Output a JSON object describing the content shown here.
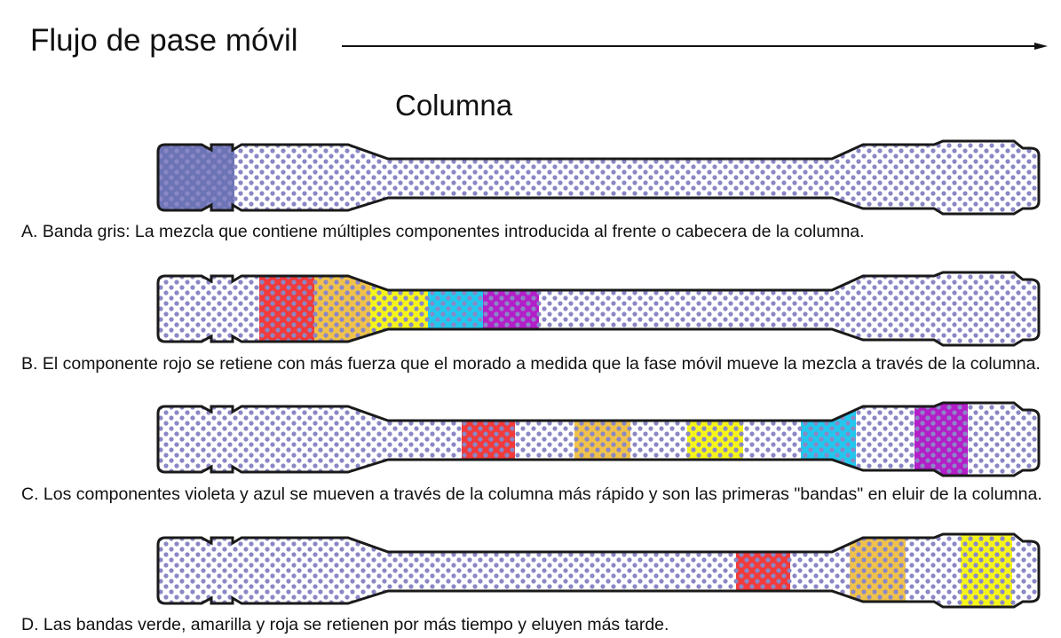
{
  "header": {
    "flow_label": "Flujo de pase móvil",
    "column_label": "Columna"
  },
  "colors": {
    "outline": "#1a1a1a",
    "dot": "#8a87c6",
    "gray_band": "#6c74b6",
    "red": "#f23a3a",
    "orange": "#f0c24a",
    "yellow": "#f5f51a",
    "blue": "#21c8ee",
    "purple": "#b41ec8"
  },
  "panels": [
    {
      "caption": "A. Banda gris: La mezcla que contiene múltiples componentes introducida al frente o cabecera de la columna.",
      "bands": [
        {
          "color": "gray_band",
          "name": "gris"
        }
      ]
    },
    {
      "caption": "B. El componente rojo se retiene con más fuerza que el morado a medida que la fase móvil mueve la mezcla a través de la columna.",
      "bands": [
        {
          "color": "red",
          "name": "rojo"
        },
        {
          "color": "orange",
          "name": "naranja"
        },
        {
          "color": "yellow",
          "name": "amarillo"
        },
        {
          "color": "blue",
          "name": "azul"
        },
        {
          "color": "purple",
          "name": "morado"
        }
      ]
    },
    {
      "caption": "C. Los componentes violeta y azul se mueven a través de la columna más rápido y son las primeras \"bandas\" en eluir de la columna.",
      "bands": [
        {
          "color": "red",
          "name": "rojo"
        },
        {
          "color": "orange",
          "name": "naranja"
        },
        {
          "color": "yellow",
          "name": "amarillo"
        },
        {
          "color": "blue",
          "name": "azul"
        },
        {
          "color": "purple",
          "name": "morado"
        }
      ]
    },
    {
      "caption": "D. Las bandas verde, amarilla y roja se retienen por más tiempo y eluyen más tarde.",
      "bands": [
        {
          "color": "red",
          "name": "rojo"
        },
        {
          "color": "orange",
          "name": "naranja"
        },
        {
          "color": "yellow",
          "name": "amarillo"
        }
      ]
    }
  ]
}
